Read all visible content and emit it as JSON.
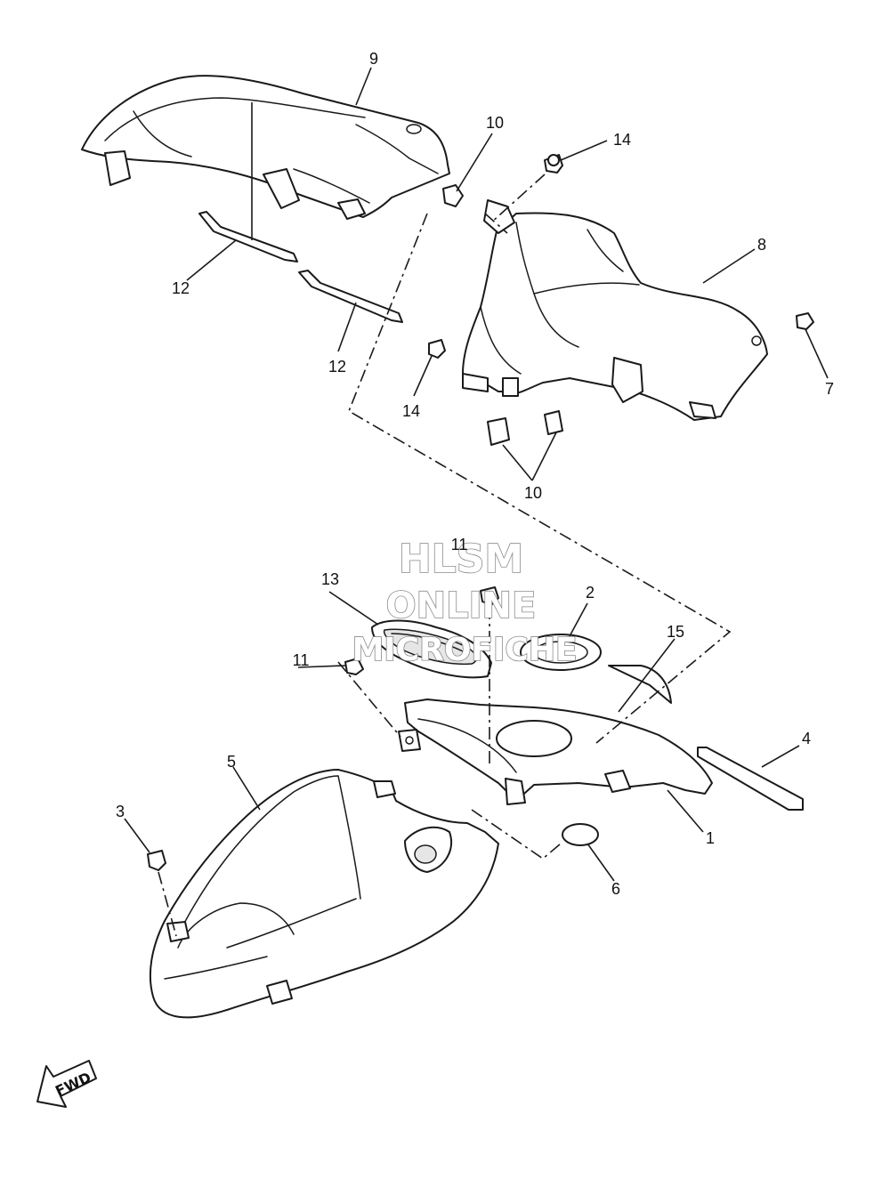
{
  "callouts": [
    {
      "id": "c1",
      "label": "1"
    },
    {
      "id": "c2",
      "label": "2"
    },
    {
      "id": "c3",
      "label": "3"
    },
    {
      "id": "c4",
      "label": "4"
    },
    {
      "id": "c5",
      "label": "5"
    },
    {
      "id": "c6",
      "label": "6"
    },
    {
      "id": "c7",
      "label": "7"
    },
    {
      "id": "c8",
      "label": "8"
    },
    {
      "id": "c9",
      "label": "9"
    },
    {
      "id": "c10a",
      "label": "10"
    },
    {
      "id": "c10b",
      "label": "10"
    },
    {
      "id": "c11a",
      "label": "11"
    },
    {
      "id": "c11b",
      "label": "11"
    },
    {
      "id": "c12a",
      "label": "12"
    },
    {
      "id": "c12b",
      "label": "12"
    },
    {
      "id": "c13",
      "label": "13"
    },
    {
      "id": "c14a",
      "label": "14"
    },
    {
      "id": "c14b",
      "label": "14"
    },
    {
      "id": "c15",
      "label": "15"
    }
  ],
  "watermark": {
    "line1": "HLSM",
    "line2": "ONLINE",
    "line3": "MICROFICHE"
  },
  "direction_arrow": {
    "label": "FWD"
  }
}
